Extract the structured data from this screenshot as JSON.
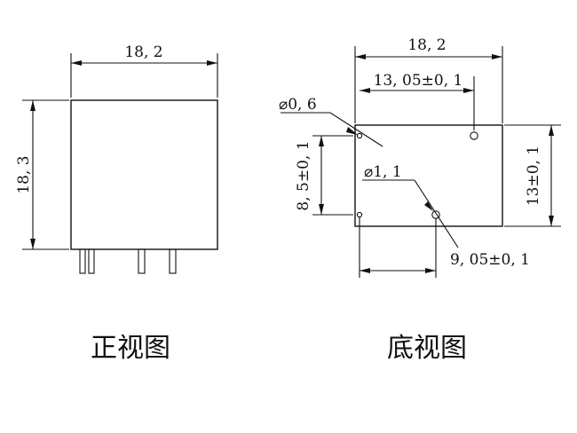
{
  "front_view": {
    "width_label": "18, 2",
    "height_label": "18, 3",
    "caption": "正视图"
  },
  "bottom_view": {
    "width_label": "18, 2",
    "hole_spacing_label": "13, 05±0, 1",
    "small_hole_label": "⌀0, 6",
    "large_hole_label": "⌀1, 1",
    "left_vertical_label": "8, 5±0, 1",
    "right_vertical_label": "13±0, 1",
    "bottom_offset_label": "9, 05±0, 1",
    "caption": "底视图"
  }
}
